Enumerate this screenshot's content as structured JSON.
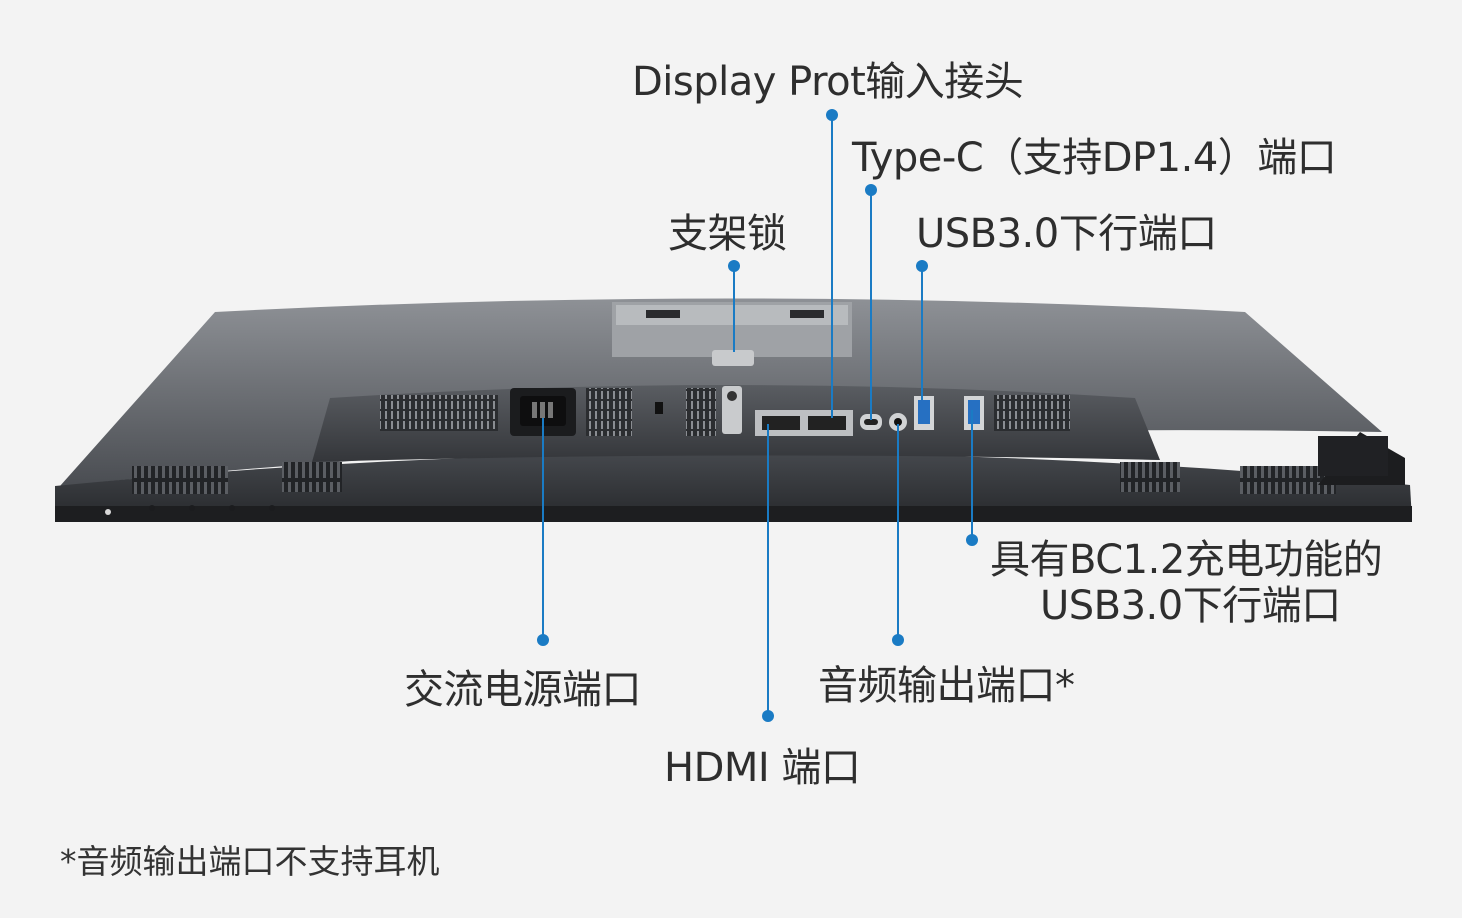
{
  "colors": {
    "background": "#f3f3f3",
    "callout": "#1a7bc4",
    "text": "#2e2e2e",
    "monitor_body": "#3a3d42",
    "monitor_dark": "#1f2124"
  },
  "labels": {
    "displayport": "Display Prot输入接头",
    "typec": "Type-C（支持DP1.4）端口",
    "stand_lock": "支架锁",
    "usb_down": "USB3.0下行端口",
    "usb_bc_line1": "具有BC1.2充电功能的",
    "usb_bc_line2": "USB3.0下行端口",
    "ac_power": "交流电源端口",
    "audio_out": "音频输出端口*",
    "hdmi": "HDMI 端口"
  },
  "footnote": "*音频输出端口不支持耳机"
}
